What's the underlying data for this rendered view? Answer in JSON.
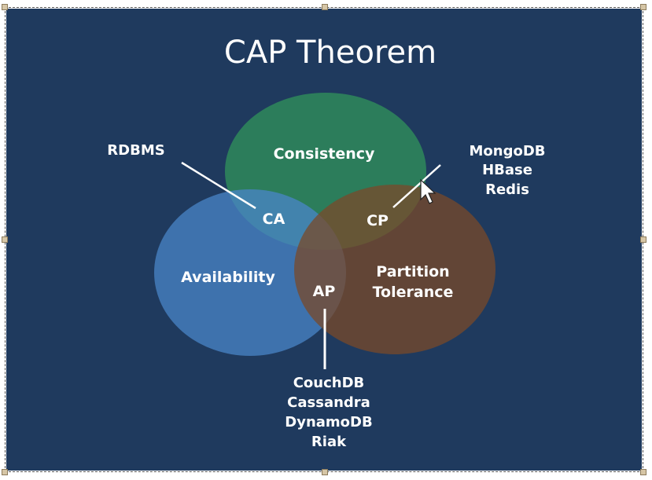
{
  "title": "CAP Theorem",
  "colors": {
    "background": "#1f3a5e",
    "consistency": "#2f8a5a",
    "availability": "#4a86c8",
    "partition": "#7a4a2a",
    "text": "#ffffff",
    "connector": "#ffffff"
  },
  "sets": {
    "consistency": "Consistency",
    "availability": "Availability",
    "partition_line1": "Partition",
    "partition_line2": "Tolerance"
  },
  "intersections": {
    "ca": "CA",
    "cp": "CP",
    "ap": "AP"
  },
  "examples": {
    "ca": [
      "RDBMS"
    ],
    "cp": [
      "MongoDB",
      "HBase",
      "Redis"
    ],
    "ap": [
      "CouchDB",
      "Cassandra",
      "DynamoDB",
      "Riak"
    ]
  },
  "icons": {
    "cursor": "mouse-pointer-icon"
  }
}
